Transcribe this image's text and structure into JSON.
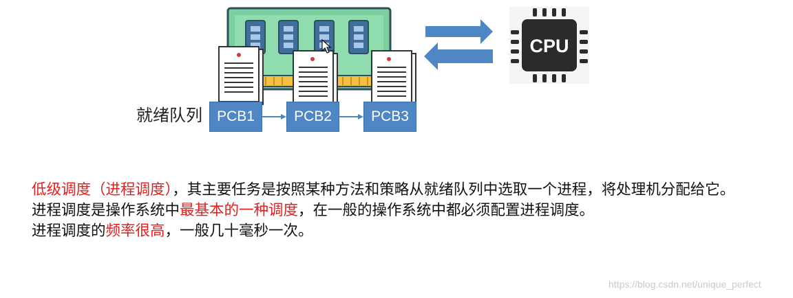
{
  "cpu": {
    "label": "CPU"
  },
  "queue": {
    "label": "就绪队列",
    "pcbs": [
      "PCB1",
      "PCB2",
      "PCB3"
    ]
  },
  "text": {
    "line1": [
      {
        "t": "低级调度（进程调度）",
        "red": true
      },
      {
        "t": "，其主要任务是按照某种方法和策略从就绪队列中选取一个进程，将处理机分配给它。",
        "red": false
      }
    ],
    "line2": [
      {
        "t": "进程调度是操作系统中",
        "red": false
      },
      {
        "t": "最基本的一种调度",
        "red": true
      },
      {
        "t": "，在一般的操作系统中都必须配置进程调度。",
        "red": false
      }
    ],
    "line3": [
      {
        "t": "进程调度的",
        "red": false
      },
      {
        "t": "频率很高",
        "red": true
      },
      {
        "t": "，一般几十毫秒一次。",
        "red": false
      }
    ]
  },
  "watermark": "https://blog.csdn.net/unique_perfect",
  "colors": {
    "ram_board": "#7ccf9f",
    "ram_chip": "#3f6d9c",
    "arrow": "#4f87c4",
    "pcb": "#4f87c4",
    "cpu": "#2b2b2b",
    "highlight": "#e02020"
  }
}
